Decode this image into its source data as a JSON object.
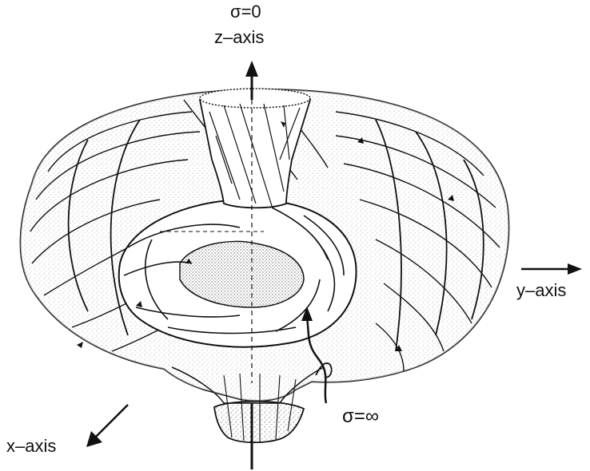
{
  "labels": {
    "sigma_zero": "σ=0",
    "z_axis": "z–axis",
    "y_axis": "y–axis",
    "x_axis": "x–axis",
    "sigma_infinity": "σ=∞"
  },
  "colors": {
    "ink": "#111111",
    "background": "#ffffff",
    "stipple": "#555555"
  }
}
